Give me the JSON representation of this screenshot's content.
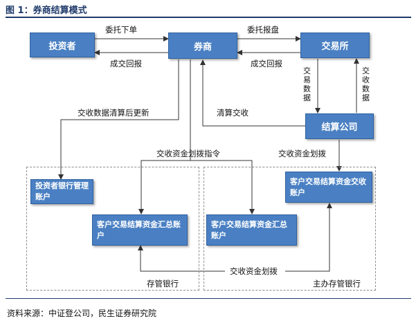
{
  "figure": {
    "title": "图 1：券商结算模式",
    "source": "资料来源：中证登公司，民生证券研究院"
  },
  "nodes": {
    "investor": "投资者",
    "broker": "券商",
    "exchange": "交易所",
    "clearing_company": "结算公司",
    "investor_bank_account": "投资者银行管理账户",
    "client_settlement_pool_account": "客户交易结算资金汇总账户",
    "client_settlement_receipt_account": "客户交易结算资金交收账户",
    "client_settlement_pool_account_2": "客户交易结算资金汇总账户"
  },
  "regions": {
    "custodian_bank": "存管银行",
    "main_custodian_bank": "主办存管银行"
  },
  "edges": {
    "entrust_order": "委托下单",
    "execution_report_to_investor": "成交回报",
    "entrust_report": "委托报盘",
    "execution_report_to_broker": "成交回报",
    "trade_data": "交易数据",
    "settlement_data": "交收数据",
    "settlement_data_clearing_update": "交收数据清算后更新",
    "clearing_settlement": "清算交收",
    "transfer_instruction": "交收资金划拨指令",
    "settlement_fund_transfer_1": "交收资金划拨",
    "settlement_fund_transfer_2": "交收资金划拨"
  }
}
